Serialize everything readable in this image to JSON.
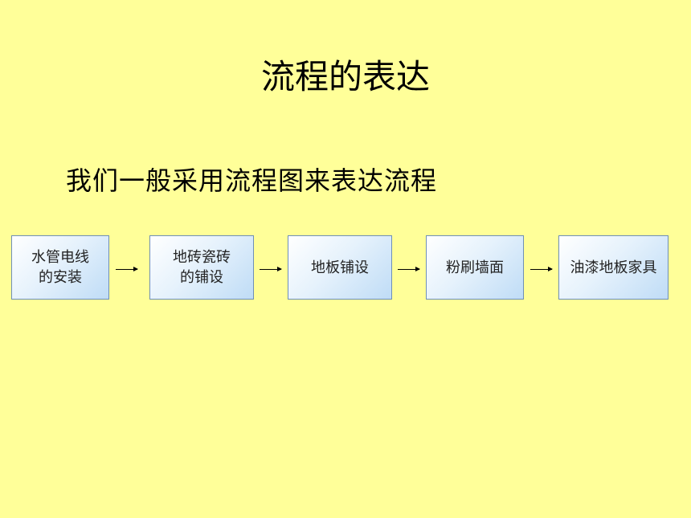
{
  "slide": {
    "title": "流程的表达",
    "subtitle": "我们一般采用流程图来表达流程"
  },
  "flow": {
    "steps": [
      {
        "label": "水管电线\n的安装"
      },
      {
        "label": "地砖瓷砖\n的铺设"
      },
      {
        "label": "地板铺设"
      },
      {
        "label": "粉刷墙面"
      },
      {
        "label": "油漆地板家具"
      }
    ]
  },
  "colors": {
    "background": "#ffff99",
    "box_border": "#6f8fb8",
    "box_fill_light": "#e6f2fc",
    "box_fill_dark": "#bfdcf6"
  }
}
